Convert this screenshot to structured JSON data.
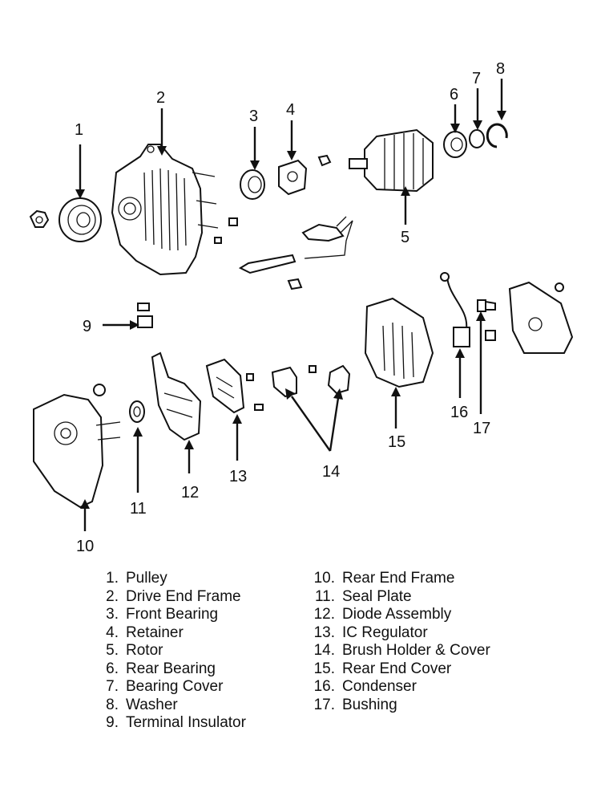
{
  "callouts": [
    "1",
    "2",
    "3",
    "4",
    "5",
    "6",
    "7",
    "8",
    "9",
    "10",
    "11",
    "12",
    "13",
    "14",
    "15",
    "16",
    "17"
  ],
  "legend_left": [
    {
      "num": "1.",
      "name": "Pulley"
    },
    {
      "num": "2.",
      "name": "Drive End Frame"
    },
    {
      "num": "3.",
      "name": "Front Bearing"
    },
    {
      "num": "4.",
      "name": "Retainer"
    },
    {
      "num": "5.",
      "name": "Rotor"
    },
    {
      "num": "6.",
      "name": "Rear Bearing"
    },
    {
      "num": "7.",
      "name": "Bearing Cover"
    },
    {
      "num": "8.",
      "name": "Washer"
    },
    {
      "num": "9.",
      "name": "Terminal Insulator"
    }
  ],
  "legend_right": [
    {
      "num": "10.",
      "name": "Rear End Frame"
    },
    {
      "num": "11.",
      "name": "Seal Plate"
    },
    {
      "num": "12.",
      "name": "Diode Assembly"
    },
    {
      "num": "13.",
      "name": "IC Regulator"
    },
    {
      "num": "14.",
      "name": "Brush Holder & Cover"
    },
    {
      "num": "15.",
      "name": "Rear End Cover"
    },
    {
      "num": "16.",
      "name": "Condenser"
    },
    {
      "num": "17.",
      "name": "Bushing"
    }
  ]
}
